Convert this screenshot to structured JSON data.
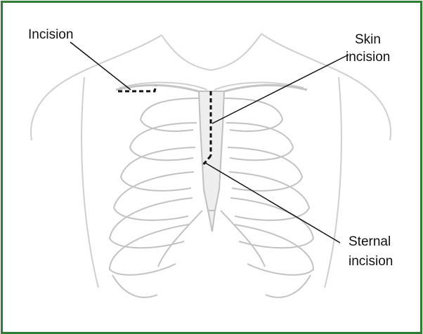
{
  "labels": {
    "incision": "Incision",
    "skin_line1": "Skin",
    "skin_line2": "incision",
    "sternal_line1": "Sternal",
    "sternal_line2": "incision"
  },
  "colors": {
    "border": "#2e7d32",
    "body": "#c9c9c9",
    "ribs": "#bdbdbd",
    "leader": "#111111"
  }
}
